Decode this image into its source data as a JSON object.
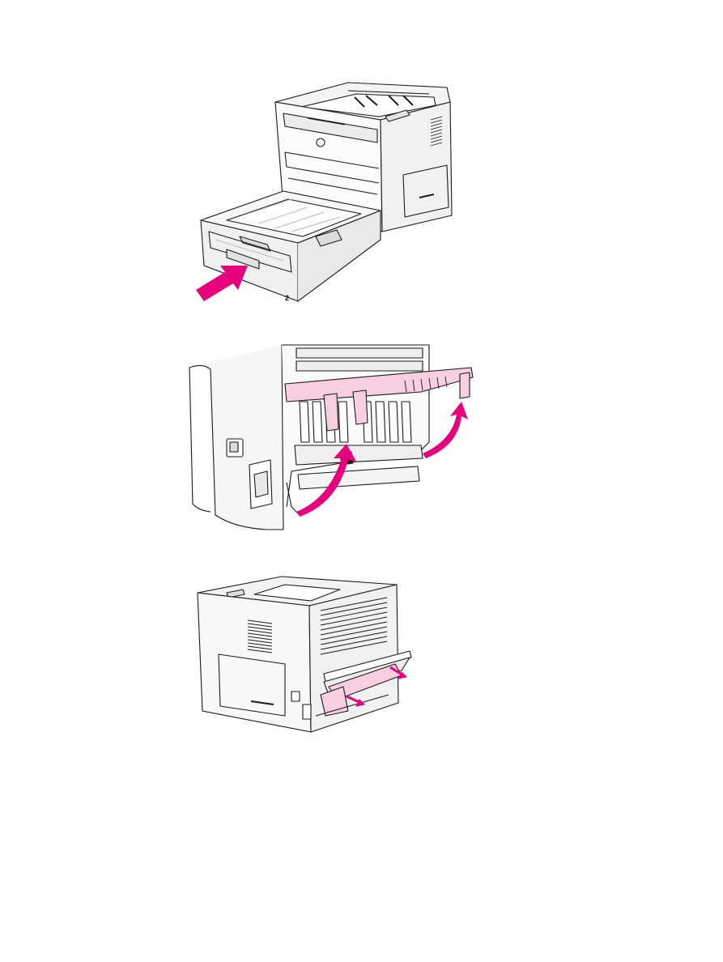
{
  "page": {
    "background": "#ffffff"
  },
  "colors": {
    "accent_arrow": "#e6007e",
    "highlight_fill": "#f7cfe0",
    "line_art": "#1a1a1a",
    "shading": "#bdbdbd"
  },
  "figures": [
    {
      "name": "figure-close-tray-2",
      "icon": "printer-tray-2-push-in-illustration",
      "arrow_icon": "push-arrow-icon",
      "tray_label": "2"
    },
    {
      "name": "figure-close-rear-door",
      "icon": "printer-rear-door-lift-illustration",
      "arrow_icon": "curved-lift-arrow-icon"
    },
    {
      "name": "figure-pull-jammed-paper-rear",
      "icon": "printer-rear-jam-removal-illustration",
      "arrow_icon": "pull-out-arrow-icon"
    }
  ]
}
